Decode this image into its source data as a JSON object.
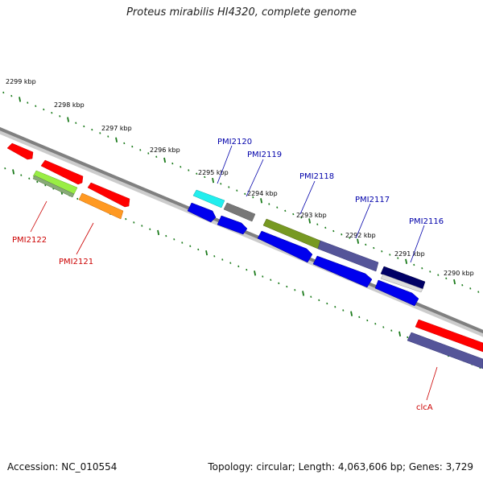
{
  "header": {
    "title": "Proteus mirabilis HI4320, complete genome"
  },
  "footer": {
    "accession": "Accession: NC_010554",
    "summary": "Topology: circular; Length: 4,063,606 bp; Genes: 3,729"
  },
  "map": {
    "scale_labels": [
      "2299 kbp",
      "2298 kbp",
      "2297 kbp",
      "2296 kbp",
      "2295 kbp",
      "2294 kbp",
      "2293 kbp",
      "2292 kbp",
      "2291 kbp",
      "2290 kbp"
    ],
    "gene_labels": [
      "PMI2120",
      "PMI2119",
      "PMI2118",
      "PMI2117",
      "PMI2116",
      "PMI2122",
      "PMI2121",
      "clcA"
    ],
    "colors": {
      "backbone": "#808080",
      "tick": "#1a7a1a",
      "label_blue": "#0000aa",
      "label_red": "#cc0000",
      "red": "#ff0000",
      "green_light": "#99ee44",
      "orange": "#ff9922",
      "cyan": "#22eeee",
      "gray": "#777777",
      "olive": "#779922",
      "purple": "#555599",
      "blue": "#0000ee",
      "navy": "#000066"
    }
  }
}
